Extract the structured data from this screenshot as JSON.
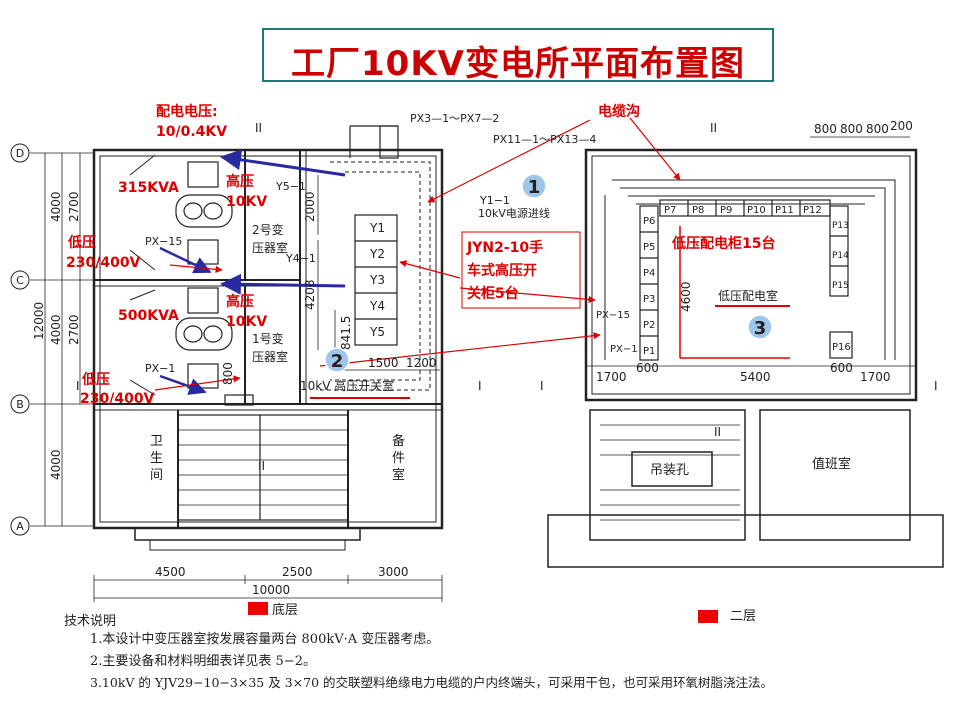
{
  "title": "工厂10KV变电所平面布置图",
  "annotations": {
    "voltage": "配电电压:",
    "voltage_value": "10/0.4KV",
    "kva_315": "315KVA",
    "kva_500": "500KVA",
    "hv_label_1": "高压",
    "hv_value_1": "10KV",
    "hv_label_2": "高压",
    "hv_value_2": "10KV",
    "lv_label_1": "低压",
    "lv_value_1": "230/400V",
    "lv_label_2": "低压",
    "lv_value_2": "230/400V",
    "cable_trench": "电缆沟",
    "jyn_line1": "JYN2-10手",
    "jyn_line2": "车式高压开",
    "jyn_line3": "关柜5台",
    "lv_cabinet": "低压配电柜15台",
    "circle_1": "1",
    "circle_2": "2",
    "circle_3": "3"
  },
  "rooms": {
    "t2_line1": "2号变",
    "t2_line2": "压器室",
    "t1_line1": "1号变",
    "t1_line2": "压器室",
    "hv_room": "10kV 高压开关室",
    "lv_room": "低压配电室",
    "toilet_1": "卫",
    "toilet_2": "生",
    "toilet_3": "间",
    "spare_1": "备",
    "spare_2": "件",
    "spare_3": "室",
    "hoist": "吊装孔",
    "duty": "值班室",
    "incoming": "10kV电源进线"
  },
  "equipment": {
    "y1": "Y1",
    "y2": "Y2",
    "y3": "Y3",
    "y4": "Y4",
    "y5": "Y5",
    "px15": "PX−15",
    "px1": "PX−1",
    "y1_1": "Y1−1",
    "y4_1": "Y4−1",
    "y5_1": "Y5−1",
    "px3": "PX3—1～PX7—2",
    "px11": "PX11—1～PX13—4",
    "p1": "P1",
    "p2": "P2",
    "p3": "P3",
    "p4": "P4",
    "p5": "P5",
    "p6": "P6",
    "p7": "P7",
    "p8": "P8",
    "p9": "P9",
    "p10": "P10",
    "p11": "P11",
    "p12": "P12",
    "p13": "P13",
    "p14": "P14",
    "p15": "P15",
    "p16": "P16",
    "px15b": "PX−15",
    "px1b": "PX−1"
  },
  "axes": {
    "d": "D",
    "c": "C",
    "b": "B",
    "a": "A"
  },
  "section_marks": {
    "ii_top_left": "II",
    "ii_top_right": "II",
    "ii_mid": "II",
    "ii_right_mid": "II",
    "i_left_1": "I",
    "i_left_2": "I",
    "i_right_1": "I",
    "i_right_2": "I"
  },
  "dimensions": {
    "d4000_top": "4000",
    "d2700_top": "2700",
    "d4000_mid": "4000",
    "d2700_mid": "2700",
    "d12000": "12000",
    "d4000_bot": "4000",
    "d2000": "2000",
    "d4208": "4208",
    "d841": "841.5",
    "d800": "800",
    "d1500": "1500",
    "d1200": "1200",
    "d4500": "4500",
    "d2500": "2500",
    "d3000": "3000",
    "d10000": "10000",
    "r800a": "800",
    "r800b": "800",
    "r800c": "800",
    "r200": "200",
    "d4600": "4600",
    "d1700a": "1700",
    "d600a": "600",
    "d5400": "5400",
    "d600b": "600",
    "d1700b": "1700"
  },
  "legend": {
    "ground": "底层",
    "second": "二层",
    "ground_color": "#ee0000",
    "second_color": "#ee0000"
  },
  "notes": {
    "heading": "技术说明",
    "n1": "1.本设计中变压器室按发展容量两台 800kV·A 变压器考虑。",
    "n2": "2.主要设备和材料明细表详见表 5−2。",
    "n3": "3.10kV 的 YJV29−10−3×35 及 3×70 的交联塑料绝缘电力电缆的户内终端头，可采用干包，也可采用环氧树脂浇注法。"
  },
  "colors": {
    "annotation": "#dd0000",
    "arrow": "#2a2aa0",
    "title_border": "#1a7a7a",
    "circle_fill": "#9fc6e8"
  }
}
